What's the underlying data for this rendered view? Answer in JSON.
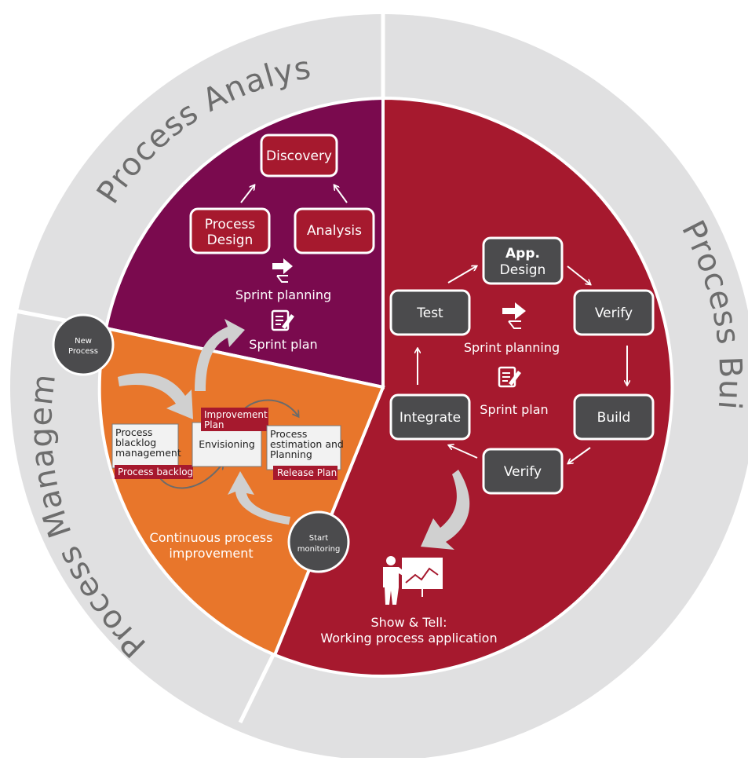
{
  "phases": {
    "analysis": "Process Analysis",
    "build": "Process Build",
    "management": "Process Management"
  },
  "analysis": {
    "discovery": "Discovery",
    "process_design_1": "Process",
    "process_design_2": "Design",
    "analysis_box": "Analysis",
    "sprint_planning": "Sprint planning",
    "sprint_plan": "Sprint plan"
  },
  "build": {
    "app_design_1": "App.",
    "app_design_2": "Design",
    "verify_top": "Verify",
    "build_box": "Build",
    "verify_bottom": "Verify",
    "integrate": "Integrate",
    "test": "Test",
    "sprint_planning": "Sprint planning",
    "sprint_plan": "Sprint plan",
    "show_tell_1": "Show & Tell:",
    "show_tell_2": "Working process application"
  },
  "management": {
    "backlog_1": "Process",
    "backlog_2": "blacklog",
    "backlog_3": "management",
    "process_backlog": "Process backlog",
    "improvement_plan_1": "Improvement",
    "improvement_plan_2": "Plan",
    "envisioning": "Envisioning",
    "estimation_1": "Process",
    "estimation_2": "estimation and",
    "estimation_3": "Planning",
    "release_plan": "Release Plan",
    "continuous_1": "Continuous process",
    "continuous_2": "improvement"
  },
  "markers": {
    "new_process_1": "New",
    "new_process_2": "Process",
    "start_monitoring_1": "Start",
    "start_monitoring_2": "monitoring"
  },
  "colors": {
    "ring": "#e0e0e1",
    "analysis": "#7a0a4e",
    "build": "#a6192e",
    "management": "#e8762b",
    "dark": "#4b4b4d"
  }
}
